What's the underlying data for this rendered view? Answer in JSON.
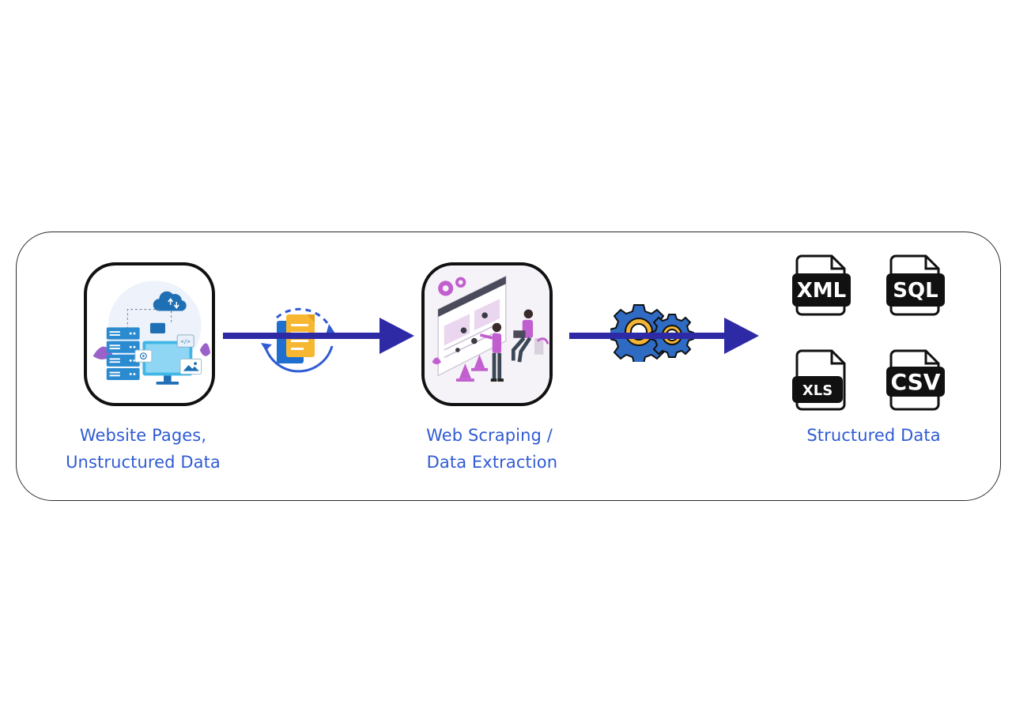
{
  "stages": [
    {
      "id": "source",
      "label_lines": [
        "Website Pages,",
        "Unstructured Data"
      ]
    },
    {
      "id": "process",
      "label_lines": [
        "Web Scraping /",
        " Data Extraction"
      ]
    },
    {
      "id": "output",
      "label_lines": [
        "Structured Data"
      ]
    }
  ],
  "output_formats": [
    "XML",
    "SQL",
    "XLS",
    "CSV"
  ],
  "colors": {
    "label_text": "#2f5bd3",
    "arrow": "#2e2aa5",
    "panel_border": "#2a2a2a",
    "tile_border": "#111111"
  },
  "icons": {
    "source_tile": "server-cloud-illustration",
    "sync_icon": "document-sync-icon",
    "process_tile": "web-scraping-illustration",
    "gears_icon": "gears-icon",
    "file_icons": [
      "xml-file-icon",
      "sql-file-icon",
      "xls-file-icon",
      "csv-file-icon"
    ]
  }
}
